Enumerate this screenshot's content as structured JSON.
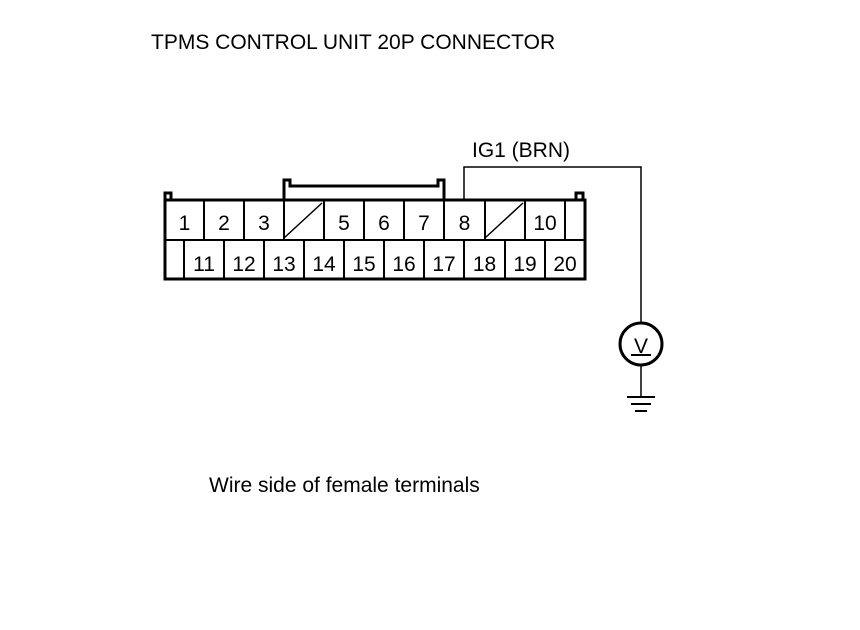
{
  "title": "TPMS CONTROL UNIT 20P CONNECTOR",
  "wire_label": "IG1 (BRN)",
  "footer": "Wire side of female terminals",
  "connector": {
    "top_row": [
      "1",
      "2",
      "3",
      "",
      "5",
      "6",
      "7",
      "8",
      "",
      "10"
    ],
    "bottom_row": [
      "",
      "11",
      "12",
      "13",
      "14",
      "15",
      "16",
      "17",
      "18",
      "19",
      "20"
    ]
  },
  "meter_symbol": "V",
  "icons": [
    "voltmeter-icon",
    "ground-icon"
  ]
}
